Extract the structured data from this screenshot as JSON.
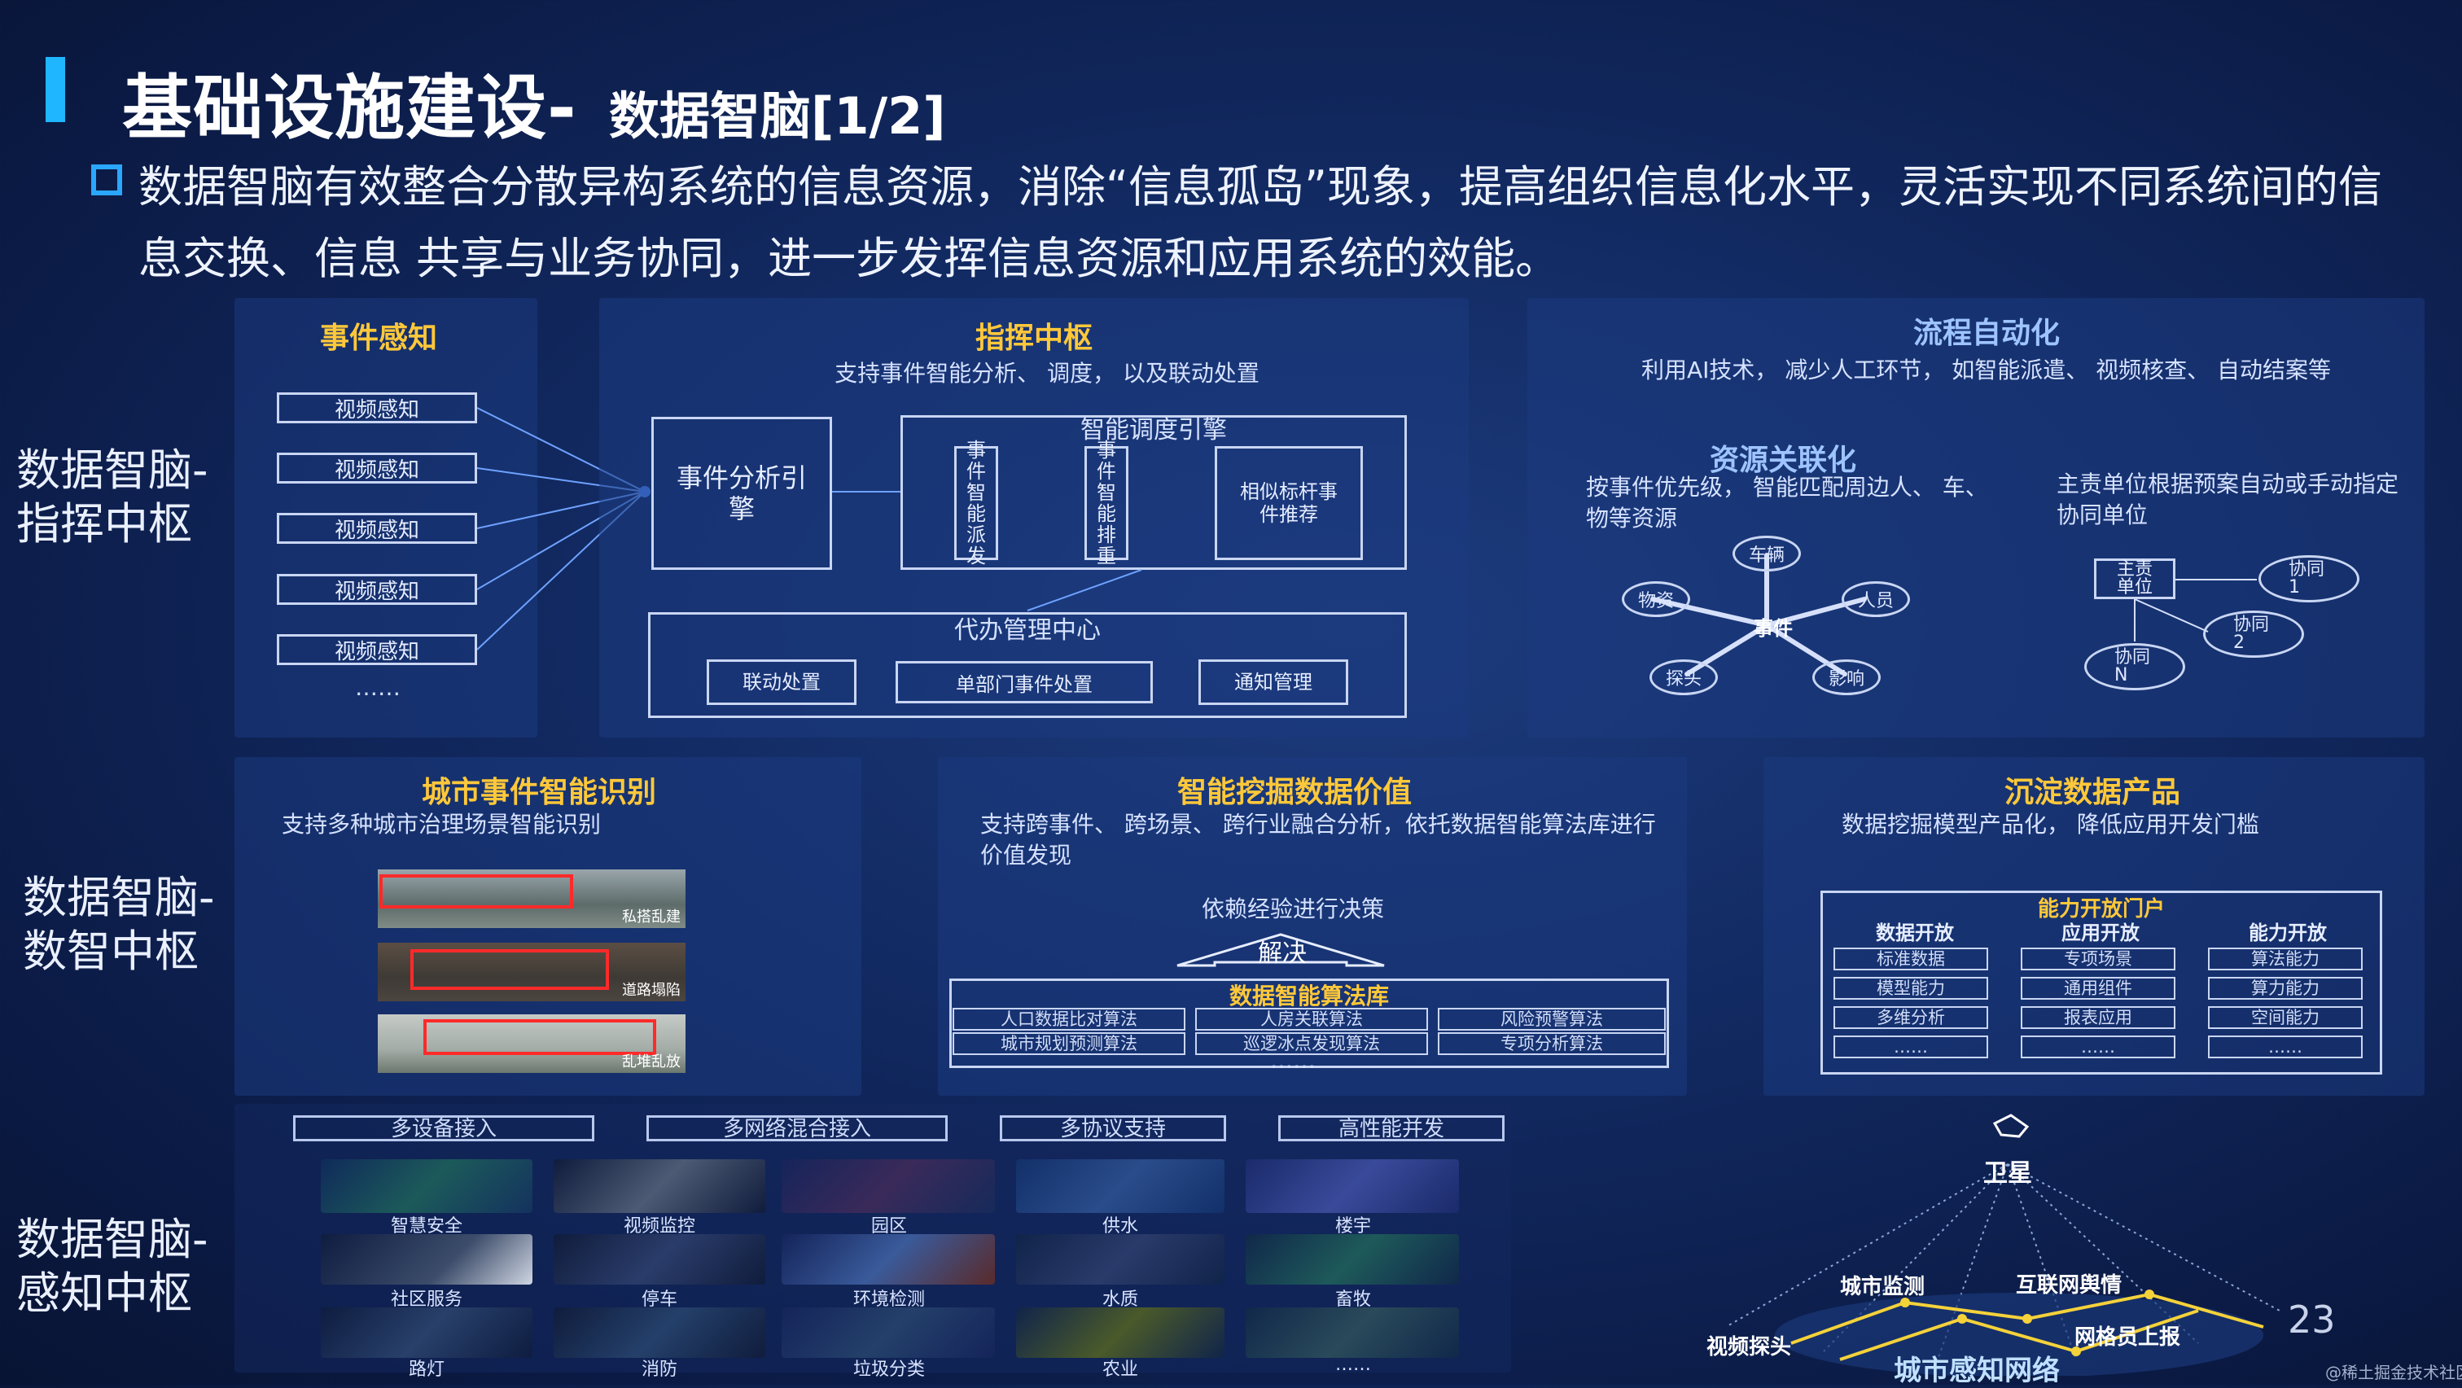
{
  "header": {
    "title": "基础设施建设-",
    "subtitle": "数据智脑[1/2]",
    "intro": "数据智脑有效整合分散异构系统的信息资源，消除“信息孤岛”现象，提高组织信息化水平，灵活实现不同系统间的信息交换、信息 共享与业务协同，进一步发挥信息资源和应用系统的效能。"
  },
  "rows": {
    "command_label": "数据智脑-\n指挥中枢",
    "datacenter_label": "数据智脑-\n数智中枢",
    "perception_label": "数据智脑-\n感知中枢"
  },
  "event": {
    "title": "事件感知",
    "items": [
      "视频感知",
      "视频感知",
      "视频感知",
      "视频感知",
      "视频感知"
    ],
    "more": "……"
  },
  "command": {
    "title": "指挥中枢",
    "desc": "支持事件智能分析、 调度， 以及联动处置",
    "engine": "事件分析引擎",
    "dispatch_title": "智能调度引擎",
    "dispatch_a": "事件智能派发",
    "dispatch_b": "事件智能排重",
    "dispatch_c": "相似标杆事件推荐",
    "agent_title": "代办管理中心",
    "agent_a": "联动处置",
    "agent_b": "单部门事件处置",
    "agent_c": "通知管理"
  },
  "flow": {
    "title": "流程自动化",
    "desc": "利用AI技术， 减少人工环节， 如智能派遣、 视频核查、 自动结案等",
    "res_title": "资源关联化",
    "res_desc": "按事件优先级， 智能匹配周边人、 车、 物等资源",
    "unit_desc": "主责单位根据预案自动或手动指定协同单位",
    "hub": "事件",
    "spokes": [
      "车辆",
      "人员",
      "影响",
      "探头",
      "物资"
    ],
    "main_unit": "主责单位",
    "co1": "协同1",
    "co2": "协同2",
    "coN": "协同N"
  },
  "recognition": {
    "title": "城市事件智能识别",
    "desc": "支持多种城市治理场景智能识别",
    "photo_labels": [
      "私搭乱建",
      "道路塌陷",
      "乱堆乱放"
    ]
  },
  "mining": {
    "title": "智能挖掘数据价值",
    "desc": "支持跨事件、 跨场景、 跨行业融合分析，依托数据智能算法库进行价值发现",
    "decision": "依赖经验进行决策",
    "solve": "解决",
    "lib_title": "数据智能算法库",
    "algos": [
      "人口数据比对算法",
      "人房关联算法",
      "风险预警算法",
      "城市规划预测算法",
      "巡逻冰点发现算法",
      "专项分析算法"
    ],
    "more": "……"
  },
  "product": {
    "title": "沉淀数据产品",
    "desc": "数据挖掘模型产品化， 降低应用开发门槛",
    "portal": "能力开放门户",
    "columns": [
      {
        "head": "数据开放",
        "items": [
          "标准数据",
          "模型能力",
          "多维分析",
          "……"
        ]
      },
      {
        "head": "应用开放",
        "items": [
          "专项场景",
          "通用组件",
          "报表应用",
          "……"
        ]
      },
      {
        "head": "能力开放",
        "items": [
          "算法能力",
          "算力能力",
          "空间能力",
          "……"
        ]
      }
    ]
  },
  "perception": {
    "tags": [
      "多设备接入",
      "多网络混合接入",
      "多协议支持",
      "高性能并发"
    ],
    "thumbs": [
      "智慧安全",
      "视频监控",
      "园区",
      "供水",
      "楼宇",
      "社区服务",
      "停车",
      "环境检测",
      "水质",
      "畜牧",
      "路灯",
      "消防",
      "垃圾分类",
      "农业",
      "……"
    ],
    "network_center": "卫星",
    "network_labels": [
      "城市监测",
      "互联网舆情",
      "网格员上报",
      "视频探头"
    ],
    "network_bottom": "城市感知网络"
  },
  "footer": {
    "page": "23",
    "watermark": "@稀土掘金技术社区"
  }
}
